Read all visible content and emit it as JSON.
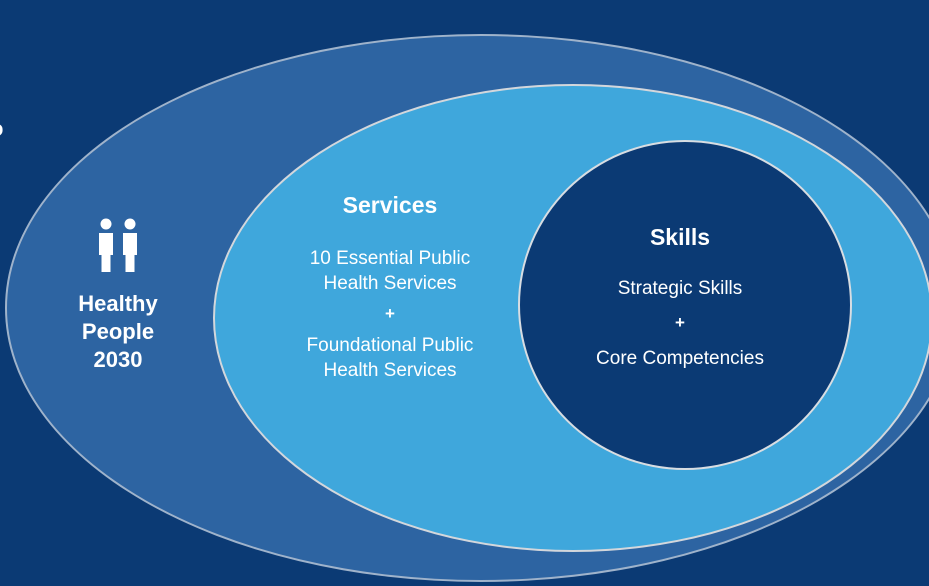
{
  "edge_fragment": "o",
  "healthy_people": {
    "icon": "people-icon",
    "title_lines": [
      "Healthy",
      "People",
      "2030"
    ]
  },
  "services": {
    "title": "Services",
    "group_one_lines": [
      "10 Essential Public",
      "Health Services"
    ],
    "plus": "+",
    "group_two_lines": [
      "Foundational Public",
      "Health Services"
    ]
  },
  "skills": {
    "title": "Skills",
    "first": "Strategic Skills",
    "plus": "+",
    "second": "Core Competencies"
  },
  "colors": {
    "background": "#0b3a74",
    "outer_ellipse": "#2d64a2",
    "middle_ellipse": "#3fa7dc",
    "inner_circle": "#0b3a74",
    "text": "#ffffff"
  }
}
